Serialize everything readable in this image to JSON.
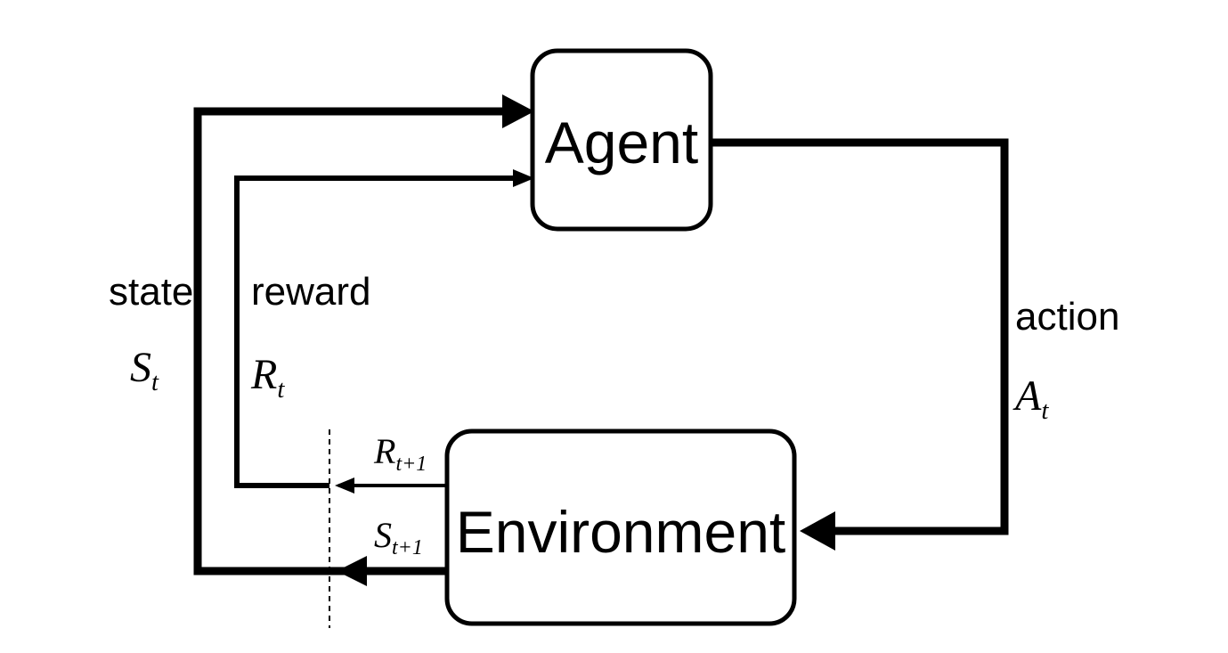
{
  "diagram": {
    "agent_label": "Agent",
    "environment_label": "Environment",
    "state": {
      "word": "state",
      "symbol": "S",
      "subscript": "t"
    },
    "reward": {
      "word": "reward",
      "symbol": "R",
      "subscript": "t"
    },
    "action": {
      "word": "action",
      "symbol": "A",
      "subscript": "t"
    },
    "next_reward": {
      "symbol": "R",
      "subscript": "t+1"
    },
    "next_state": {
      "symbol": "S",
      "subscript": "t+1"
    }
  }
}
